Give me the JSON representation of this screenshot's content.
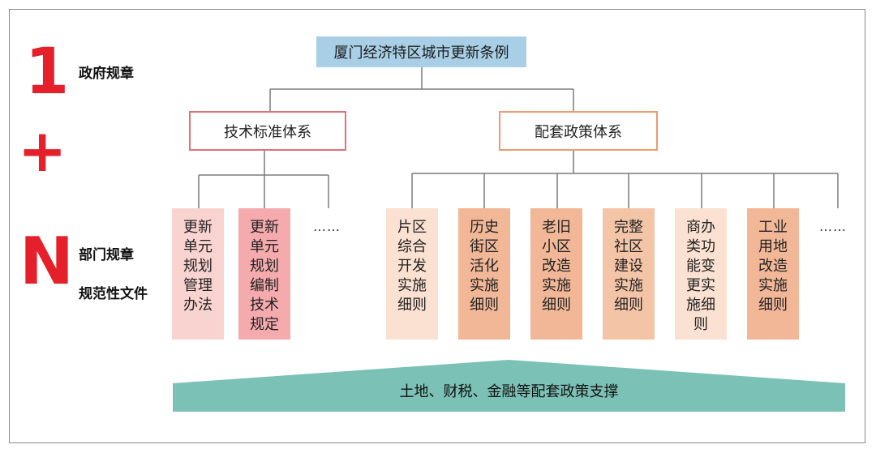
{
  "left_labels": {
    "one": "1",
    "plus": "+",
    "n": "N",
    "gov": "政府规章",
    "dept": "部门规章",
    "norm": "规范性文件"
  },
  "top": "厦门经济特区城市更新条例",
  "left_system": "技术标准体系",
  "right_system": "配套政策体系",
  "left_items": [
    {
      "lines": [
        "更新",
        "单元",
        "规划",
        "管理",
        "办法"
      ]
    },
    {
      "lines": [
        "更新",
        "单元",
        "规划",
        "编制",
        "技术",
        "规定"
      ]
    }
  ],
  "right_items": [
    {
      "lines": [
        "片区",
        "综合",
        "开发",
        "实施",
        "细则"
      ]
    },
    {
      "lines": [
        "历史",
        "街区",
        "活化",
        "实施",
        "细则"
      ]
    },
    {
      "lines": [
        "老旧",
        "小区",
        "改造",
        "实施",
        "细则"
      ]
    },
    {
      "lines": [
        "完整",
        "社区",
        "建设",
        "实施",
        "细则"
      ]
    },
    {
      "lines": [
        "商办",
        "类功",
        "能变",
        "更实",
        "施细",
        "则"
      ]
    },
    {
      "lines": [
        "工业",
        "用地",
        "改造",
        "实施",
        "细则"
      ]
    }
  ],
  "ellipsis": "……",
  "base": "土地、财税、金融等配套政策支撑",
  "colors": {
    "accent_red": "#e5202b",
    "top_fill": "#a8cfe6",
    "left_border": "#e1707a",
    "right_border": "#ec9c6e",
    "base_fill": "#7cc1b6"
  }
}
